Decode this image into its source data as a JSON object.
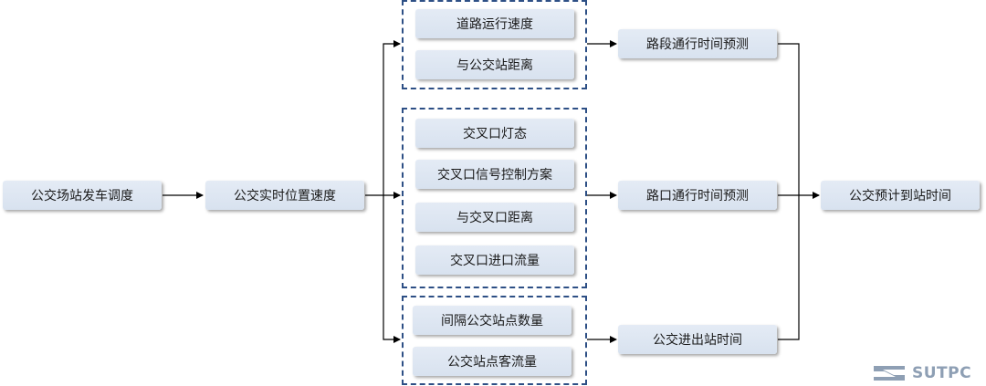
{
  "colors": {
    "node_fill": "#dde5f1",
    "group_border": "#2d4f85",
    "arrow": "#000000",
    "logo": "#8e9fb4"
  },
  "nodes": {
    "dispatch": "公交场站发车调度",
    "realtime": "公交实时位置速度",
    "road_speed": "道路运行速度",
    "distance_to_stop": "与公交站距离",
    "signal_state": "交叉口灯态",
    "signal_plan": "交叉口信号控制方案",
    "distance_to_intersection": "与交叉口距离",
    "intersection_inflow": "交叉口进口流量",
    "stop_count": "间隔公交站点数量",
    "passenger_flow": "公交站点客流量",
    "segment_time": "路段通行时间预测",
    "intersection_time": "路口通行时间预测",
    "stop_time": "公交进出站时间",
    "eta": "公交预计到站时间"
  },
  "groups": [
    {
      "name": "segment-factors-group",
      "members": [
        "road_speed",
        "distance_to_stop"
      ]
    },
    {
      "name": "intersection-factors-group",
      "members": [
        "signal_state",
        "signal_plan",
        "distance_to_intersection",
        "intersection_inflow"
      ]
    },
    {
      "name": "stop-factors-group",
      "members": [
        "stop_count",
        "passenger_flow"
      ]
    }
  ],
  "logo": {
    "icon": "sutpc-logo-icon",
    "text": "SUTPC"
  }
}
